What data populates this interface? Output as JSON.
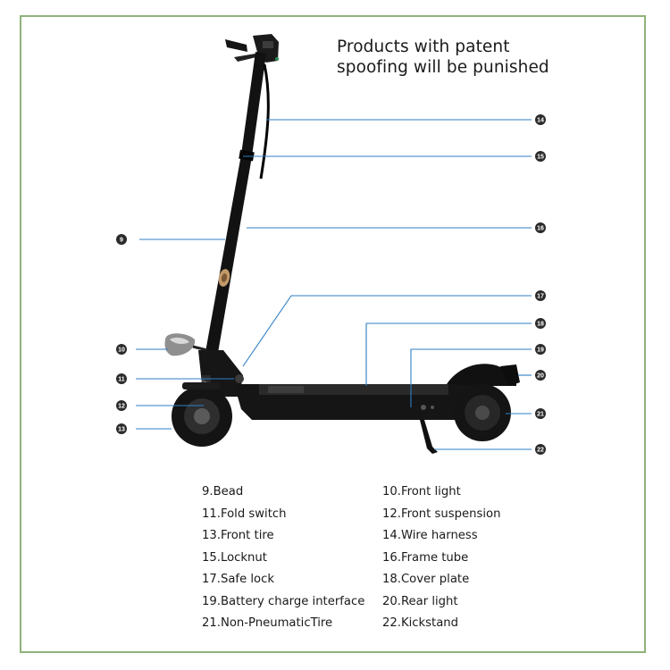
{
  "notice": {
    "line1": "Products with patent",
    "line2": "spoofing will be punished"
  },
  "callouts": [
    {
      "num": "9"
    },
    {
      "num": "10"
    },
    {
      "num": "11"
    },
    {
      "num": "12"
    },
    {
      "num": "13"
    },
    {
      "num": "14"
    },
    {
      "num": "15"
    },
    {
      "num": "16"
    },
    {
      "num": "17"
    },
    {
      "num": "18"
    },
    {
      "num": "19"
    },
    {
      "num": "20"
    },
    {
      "num": "21"
    },
    {
      "num": "22"
    }
  ],
  "legend": [
    [
      "9.Bead",
      "10.Front light"
    ],
    [
      "11.Fold switch",
      "12.Front suspension"
    ],
    [
      "13.Front tire",
      "14.Wire harness"
    ],
    [
      "15.Locknut",
      "16.Frame tube"
    ],
    [
      "17.Safe lock",
      "18.Cover plate"
    ],
    [
      "19.Battery charge interface",
      "20.Rear light"
    ],
    [
      "21.Non-PneumaticTire",
      "22.Kickstand"
    ]
  ],
  "colors": {
    "border": "#8fb27a",
    "leader_line": "#2f7fc4",
    "callout_fill": "#2b2b2b",
    "scooter_body": "#141414"
  }
}
